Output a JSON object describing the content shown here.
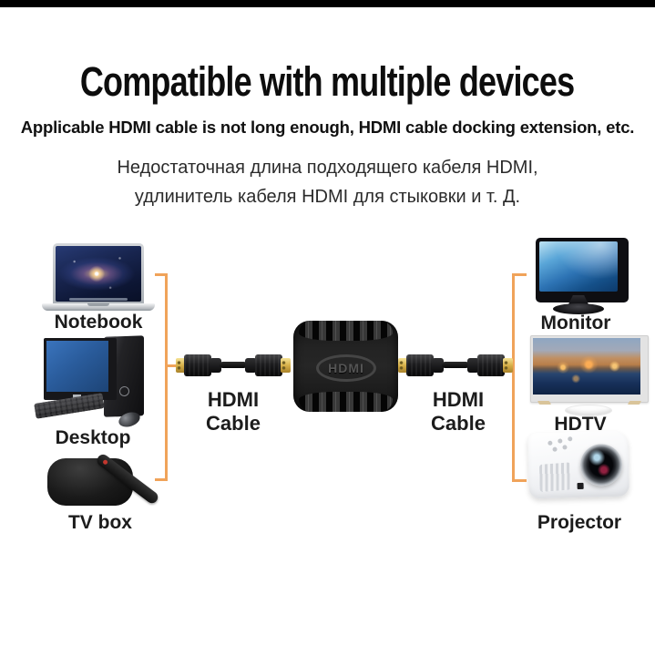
{
  "page": {
    "title": "Compatible with multiple devices",
    "subtitle_en": "Applicable HDMI cable is not long enough, HDMI cable docking extension, etc.",
    "subtitle_ru_line1": "Недостаточная длина подходящего кабеля HDMI,",
    "subtitle_ru_line2": "удлинитель кабеля HDMI для стыковки и т. Д."
  },
  "devices": {
    "left": [
      {
        "label": "Notebook"
      },
      {
        "label": "Desktop"
      },
      {
        "label": "TV box"
      }
    ],
    "right": [
      {
        "label": "Monitor"
      },
      {
        "label": "HDTV"
      },
      {
        "label": "Projector"
      }
    ]
  },
  "center": {
    "left_cable_label": "HDMI Cable",
    "right_cable_label": "HDMI Cable",
    "adapter_logo": "HDMI"
  },
  "colors": {
    "connector_line": "#F0A35A",
    "gold_plug": "#D7B14A",
    "top_bar": "#000000"
  }
}
